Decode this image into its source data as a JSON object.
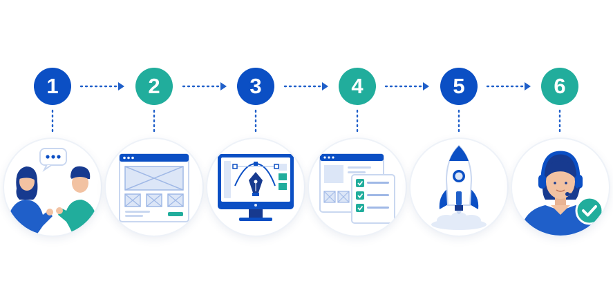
{
  "steps": [
    {
      "number": "1",
      "color": "#0b4fc4",
      "icon": "consultation-icon"
    },
    {
      "number": "2",
      "color": "#21ad9c",
      "icon": "wireframe-icon"
    },
    {
      "number": "3",
      "color": "#0b4fc4",
      "icon": "design-monitor-icon"
    },
    {
      "number": "4",
      "color": "#21ad9c",
      "icon": "checklist-icon"
    },
    {
      "number": "5",
      "color": "#0b4fc4",
      "icon": "rocket-launch-icon"
    },
    {
      "number": "6",
      "color": "#21ad9c",
      "icon": "support-agent-icon"
    }
  ],
  "colors": {
    "primary": "#0b4fc4",
    "accent": "#21ad9c",
    "light": "#dce6f7",
    "dots": "#1f5fc9"
  }
}
